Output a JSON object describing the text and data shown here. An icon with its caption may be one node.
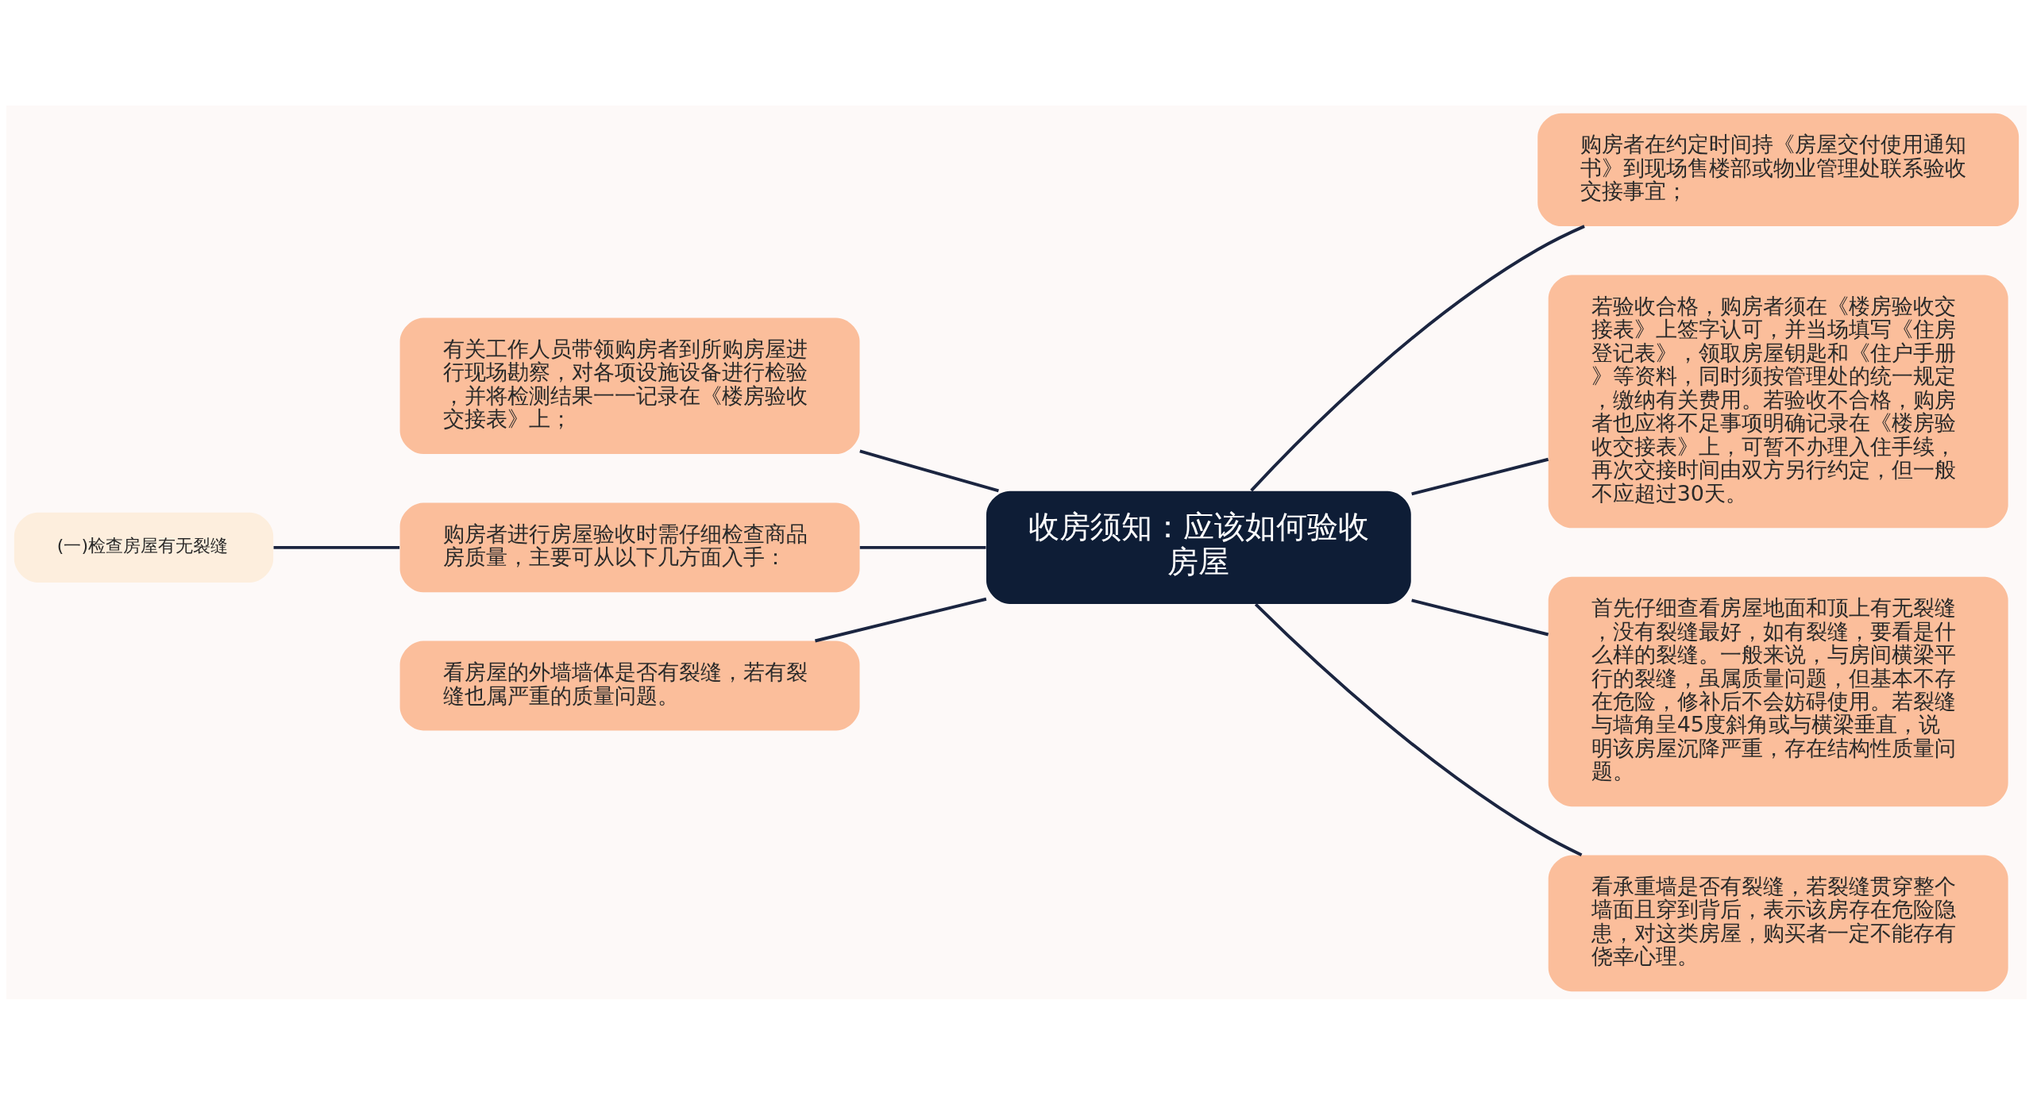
{
  "diagram": {
    "nodes": [
      {
        "text": [
          "收房须知：应该如何验收房屋"
        ]
      },
      {
        "text": [
          "购房者在约定时间持《房屋交付使用通知书》到现场售楼部或物业管理处联系验收交接事宜；"
        ]
      },
      {
        "text": [
          "若验收合格，购房者须在《楼房验收交接表》上签字认可，并当场填写《住房登记表》，领取房屋钥匙和《住户手册》等资料，同时须按管理处的统一规定，缴纳有关费用。若验收不合格，购房者也应将不足事项明确记录在《楼房验收交接表》上，可暂不办理入住手续，再次交接时间由双方另行约定，但一般不应超过30天。"
        ]
      },
      {
        "text": [
          "首先仔细查看房屋地面和顶上有无裂缝，没有裂缝最好，如有裂缝，要看是什么样的裂缝。一般来说，与房间横梁平行的裂缝，虽属质量问题，但基本不存在危险，修补后不会妨碍使用。若裂缝与墙角呈45度斜角或与横梁垂直，说明该房屋沉降严重，存在结构性质量问题。"
        ]
      },
      {
        "text": [
          "看承重墙是否有裂缝，若裂缝贯穿整个墙面且穿到背后，表示该房存在危险隐患，对这类房屋，购买者一定不能存有侥幸心理。"
        ]
      },
      {
        "text": [
          "有关工作人员带领购房者到所购房屋进行现场勘察，对各项设施设备进行检验，并将检测结果一一记录在《楼房验收交接表》上；"
        ]
      },
      {
        "text": [
          "购房者进行房屋验收时需仔细检查商品房质量，主要可从以下几方面入手："
        ]
      },
      {
        "text": [
          "看房屋的外墙墙体是否有裂缝，若有裂缝也属严重的质量问题。"
        ]
      },
      {
        "text": [
          "(一)检查房屋有无裂缝"
        ]
      }
    ],
    "edges": [
      {
        "from": 0,
        "to": 1,
        "arrow": "none"
      },
      {
        "from": 0,
        "to": 2,
        "arrow": "none"
      },
      {
        "from": 0,
        "to": 3,
        "arrow": "none"
      },
      {
        "from": 0,
        "to": 4,
        "arrow": "none"
      },
      {
        "from": 0,
        "to": 5,
        "arrow": "none"
      },
      {
        "from": 0,
        "to": 6,
        "arrow": "none"
      },
      {
        "from": 0,
        "to": 7,
        "arrow": "none"
      },
      {
        "from": 6,
        "to": 8,
        "arrow": "none"
      }
    ]
  }
}
